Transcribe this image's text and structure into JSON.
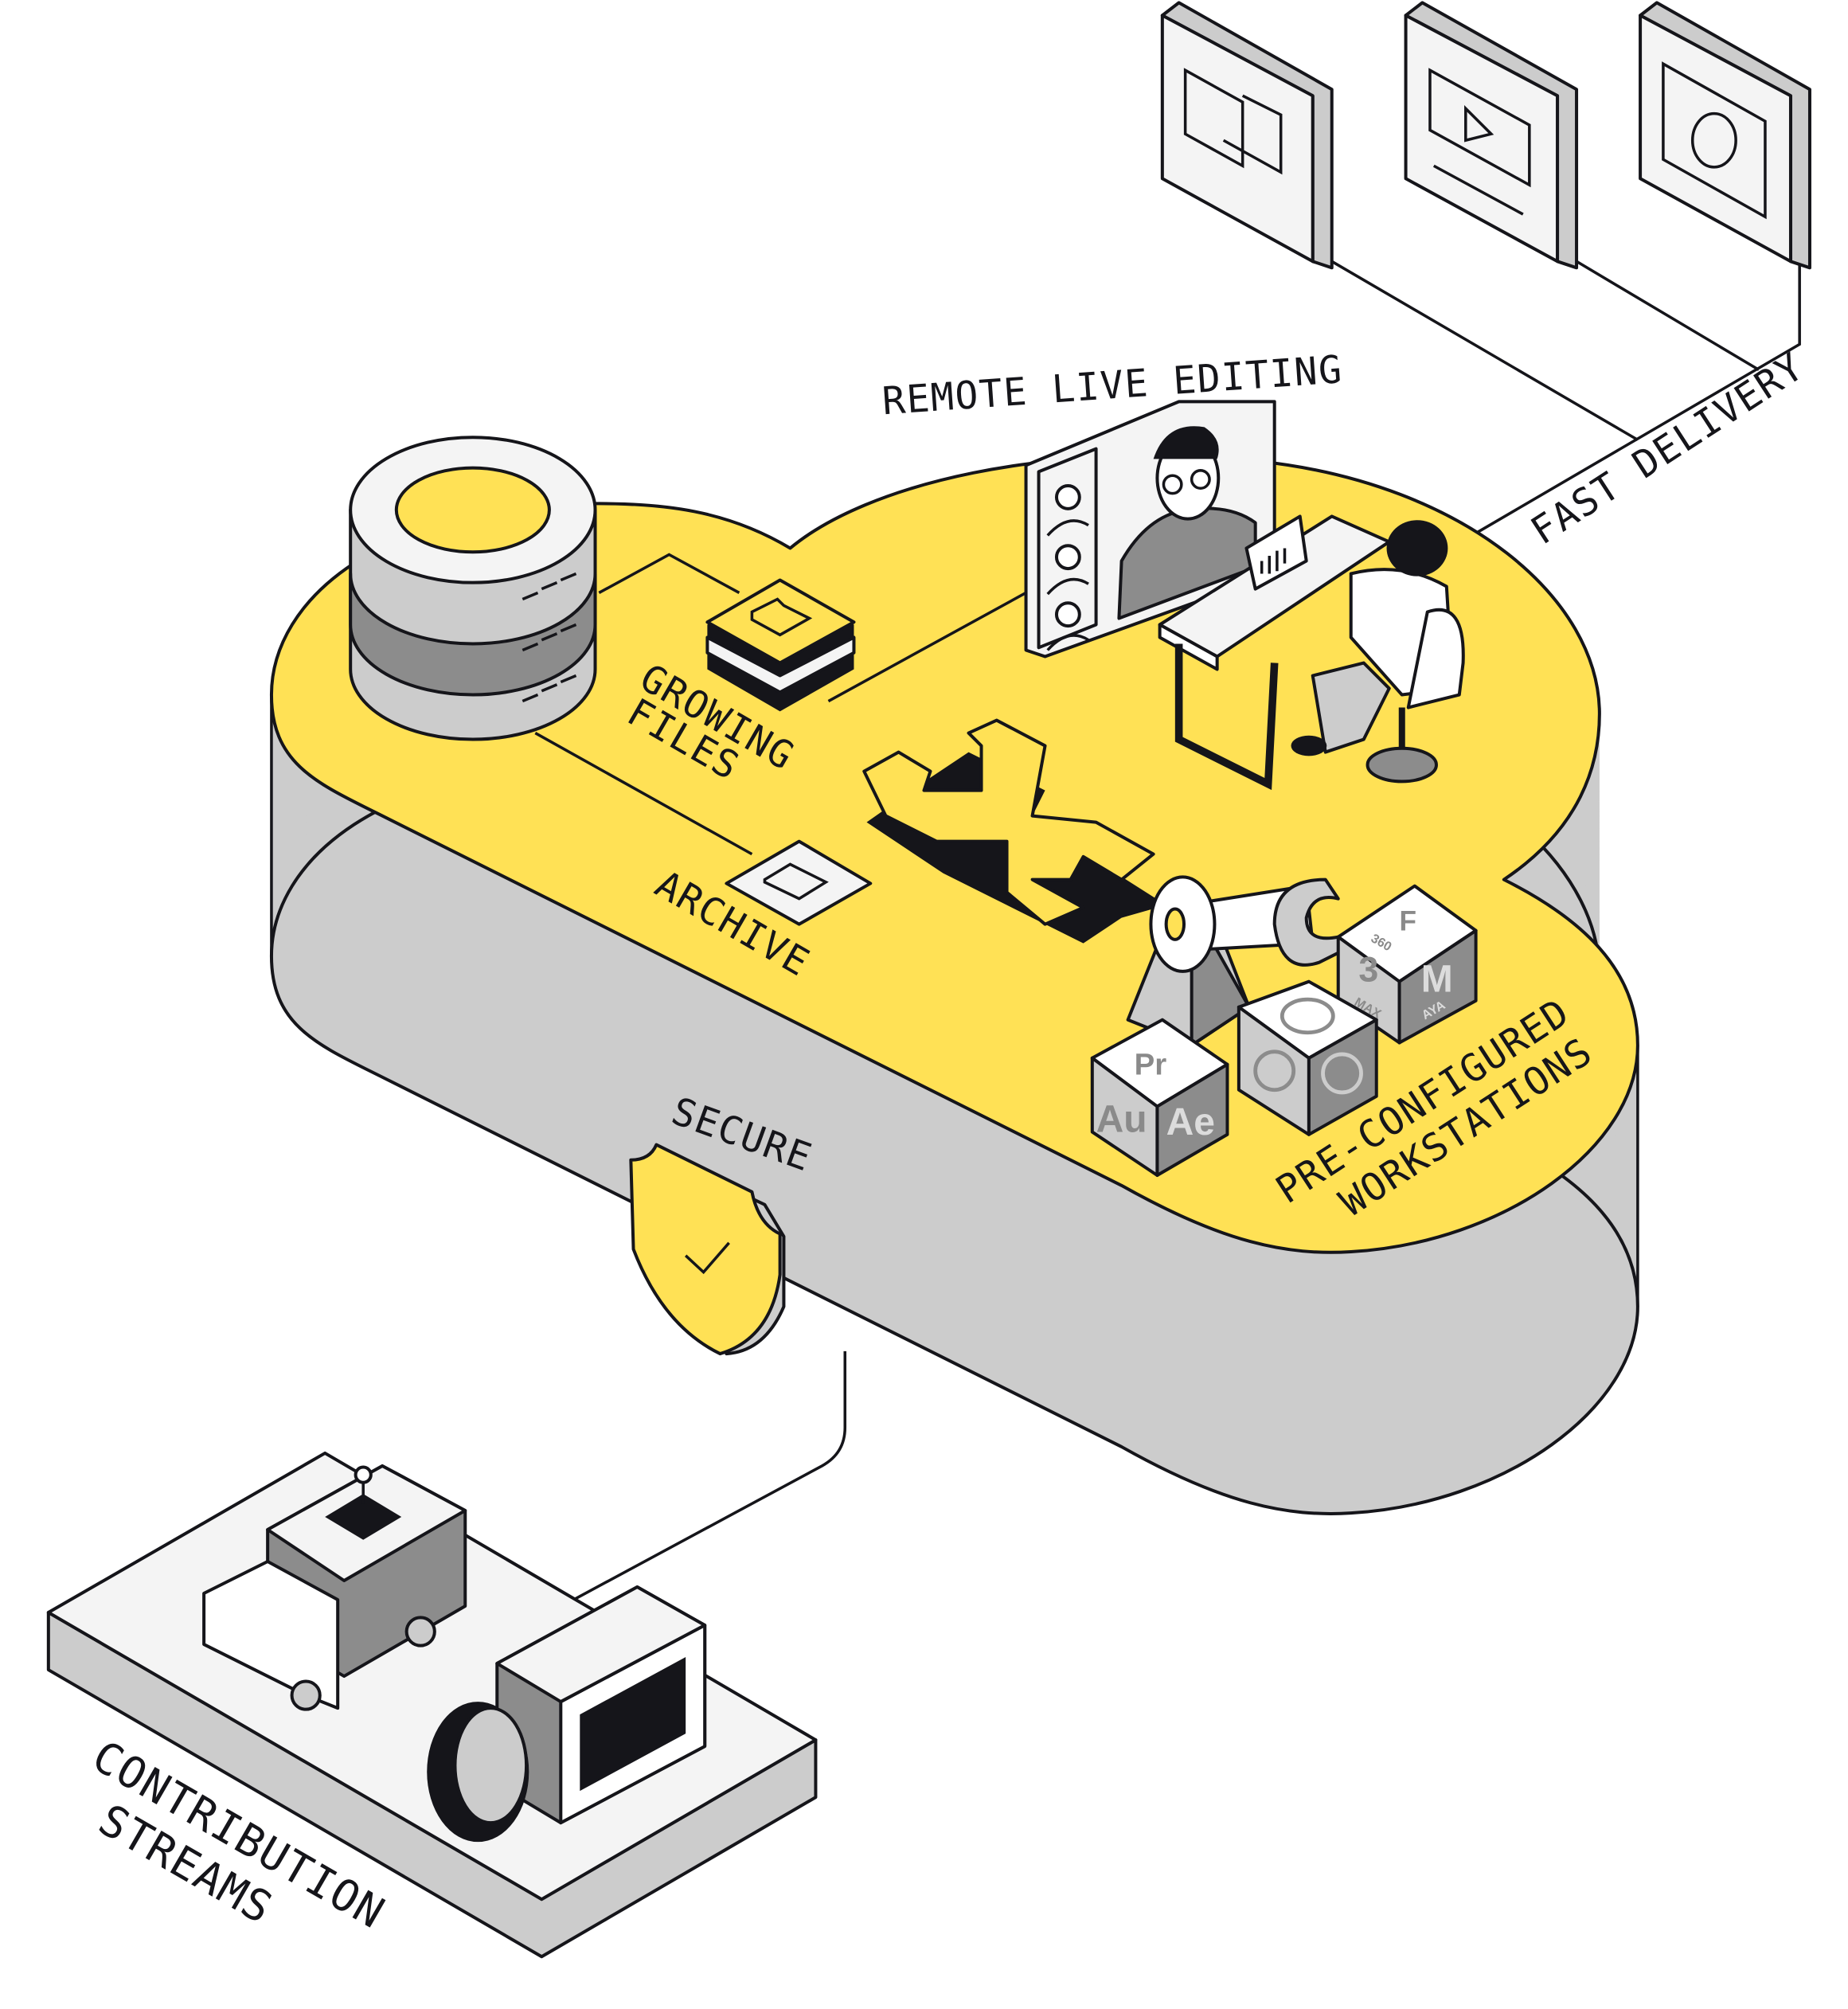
{
  "colors": {
    "yellow": "#ffe155",
    "gray": "#cccccc",
    "mid_gray": "#8c8c8c",
    "light": "#f4f4f4",
    "ink": "#15151a"
  },
  "labels": {
    "remote_live_editing": "REMOTE LIVE EDITING",
    "fast_delivery": "FAST DELIVERY",
    "growing_files_1": "GROWING",
    "growing_files_2": "FILES",
    "archive": "ARCHIVE",
    "secure": "SECURE",
    "workstations_1": "PRE-CONFIGURED",
    "workstations_2": "WORKSTATIONS",
    "contribution_1": "CONTRIBUTION",
    "contribution_2": "STREAMS"
  },
  "software_cubes": {
    "adobe": {
      "top": "Pr",
      "left": "Au",
      "right": "Ae"
    },
    "autodesk": {
      "top": "F",
      "top_sub": "360",
      "left": "3",
      "left_sub": "MAX",
      "right": "M",
      "right_sub": "AYA"
    },
    "resolve_nuke": {
      "icons": [
        "davinci-resolve-icon",
        "nuke-icon",
        "virus-icon"
      ]
    }
  },
  "delivery_icons": [
    "devices-icon",
    "video-player-icon",
    "instagram-icon"
  ]
}
